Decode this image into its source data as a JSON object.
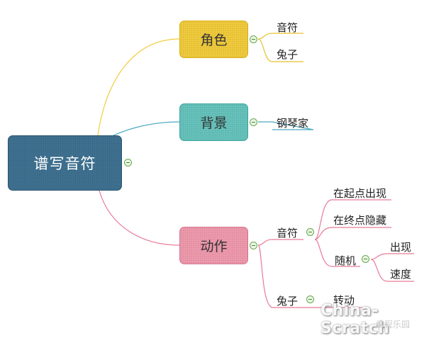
{
  "diagram": {
    "root": {
      "label": "谱写音符"
    },
    "branches": [
      {
        "label": "角色",
        "color": "#f2cc3c",
        "children": [
          {
            "label": "音符"
          },
          {
            "label": "兔子"
          }
        ]
      },
      {
        "label": "背景",
        "color": "#66c4bd",
        "children": [
          {
            "label": "钢琴家"
          }
        ]
      },
      {
        "label": "动作",
        "color": "#f09aae",
        "children": [
          {
            "label": "音符",
            "children": [
              {
                "label": "在起点出现"
              },
              {
                "label": "在终点隐藏"
              },
              {
                "label": "随机",
                "children": [
                  {
                    "label": "出现"
                  },
                  {
                    "label": "速度"
                  }
                ]
              }
            ]
          },
          {
            "label": "兔子",
            "children": [
              {
                "label": "转动"
              }
            ]
          }
        ]
      }
    ]
  },
  "watermark": {
    "text": "China-Scratch",
    "subtext": "编程乐园"
  }
}
